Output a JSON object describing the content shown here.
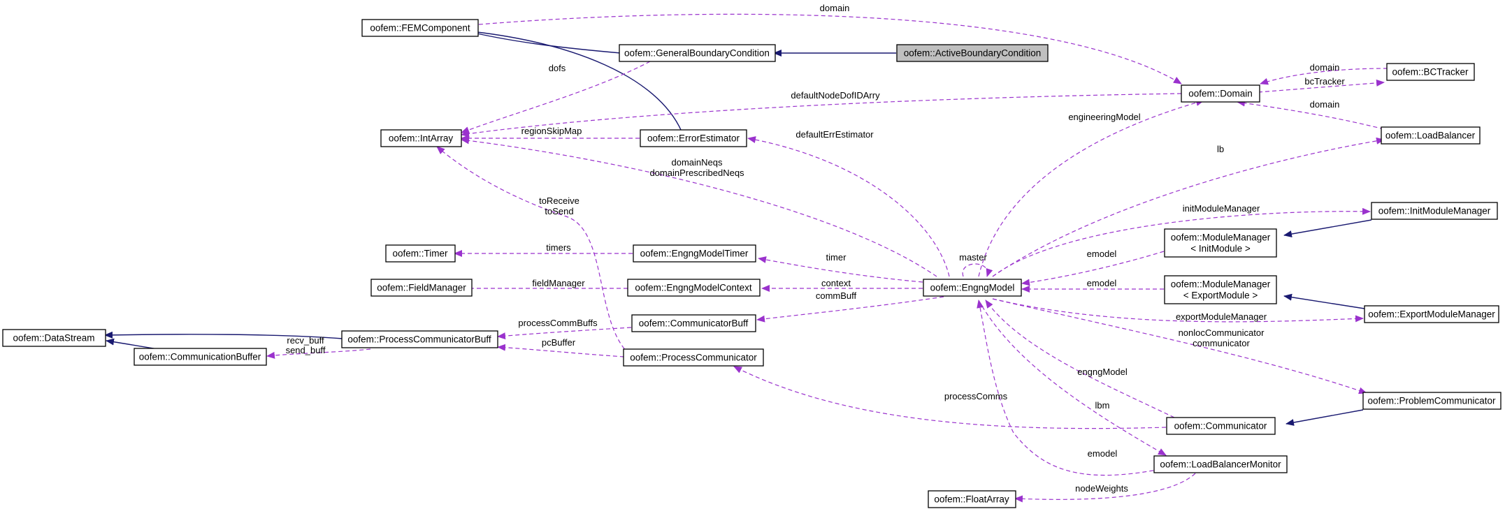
{
  "nodes": {
    "FEMComponent": "oofem::FEMComponent",
    "GeneralBoundaryCondition": "oofem::GeneralBoundaryCondition",
    "ActiveBoundaryCondition": "oofem::ActiveBoundaryCondition",
    "Domain": "oofem::Domain",
    "BCTracker": "oofem::BCTracker",
    "IntArray": "oofem::IntArray",
    "ErrorEstimator": "oofem::ErrorEstimator",
    "LoadBalancer": "oofem::LoadBalancer",
    "InitModuleManager": "oofem::InitModuleManager",
    "ModuleManagerInit": [
      "oofem::ModuleManager",
      "< InitModule >"
    ],
    "Timer": "oofem::Timer",
    "EngngModelTimer": "oofem::EngngModelTimer",
    "FieldManager": "oofem::FieldManager",
    "EngngModelContext": "oofem::EngngModelContext",
    "EngngModel": "oofem::EngngModel",
    "ModuleManagerExport": [
      "oofem::ModuleManager",
      "< ExportModule >"
    ],
    "ExportModuleManager": "oofem::ExportModuleManager",
    "DataStream": "oofem::DataStream",
    "ProcessCommunicatorBuff": "oofem::ProcessCommunicatorBuff",
    "CommunicatorBuff": "oofem::CommunicatorBuff",
    "CommunicationBuffer": "oofem::CommunicationBuffer",
    "ProcessCommunicator": "oofem::ProcessCommunicator",
    "ProblemCommunicator": "oofem::ProblemCommunicator",
    "Communicator": "oofem::Communicator",
    "LoadBalancerMonitor": "oofem::LoadBalancerMonitor",
    "FloatArray": "oofem::FloatArray"
  },
  "labels": {
    "domain_top": "domain",
    "dofs": "dofs",
    "domain_bct": "domain",
    "bcTracker": "bcTracker",
    "defaultNodeDofIDArry": "defaultNodeDofIDArry",
    "domain_lb": "domain",
    "regionSkipMap": "regionSkipMap",
    "defaultErrEstimator": "defaultErrEstimator",
    "engineeringModel": "engineeringModel",
    "domainNeqs": "domainNeqs",
    "domainPrescribedNeqs": "domainPrescribedNeqs",
    "lb": "lb",
    "toReceive": "toReceive",
    "toSend": "toSend",
    "initModuleManager": "initModuleManager",
    "timers": "timers",
    "timer": "timer",
    "master": "master",
    "emodel_init": "emodel",
    "fieldManager": "fieldManager",
    "context": "context",
    "emodel_export": "emodel",
    "commBuff": "commBuff",
    "processCommBuffs": "processCommBuffs",
    "exportModuleManager": "exportModuleManager",
    "recv_buff": "recv_buff",
    "send_buff": "send_buff",
    "pcBuffer": "pcBuffer",
    "nonlocCommunicator": "nonlocCommunicator",
    "communicator": "communicator",
    "engngModel": "engngModel",
    "processComms": "processComms",
    "lbm": "lbm",
    "emodel_lbm": "emodel",
    "nodeWeights": "nodeWeights"
  },
  "colors": {
    "inheritance": "#191970",
    "usage": "#9a32cd",
    "highlight_fill": "#bfbfbf"
  }
}
